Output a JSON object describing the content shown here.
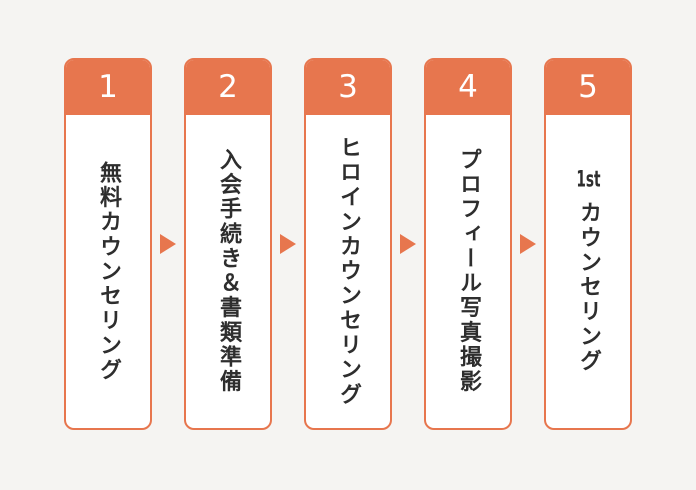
{
  "page": {
    "background_color": "#F5F4F2"
  },
  "colors": {
    "accent_orange": "#E7764E",
    "card_background": "#FFFFFF",
    "step_text": "#2E2E2E",
    "step_number_text": "#FFFFFF"
  },
  "flow": {
    "steps": [
      {
        "number": "1",
        "label": "無料カウンセリング"
      },
      {
        "number": "2",
        "label": "入会手続き＆書類準備"
      },
      {
        "number": "3",
        "label": "ヒロインカウンセリング"
      },
      {
        "number": "4",
        "label": "プロフィール写真撮影"
      },
      {
        "number": "5",
        "label": "1st カウンセリング"
      }
    ]
  }
}
